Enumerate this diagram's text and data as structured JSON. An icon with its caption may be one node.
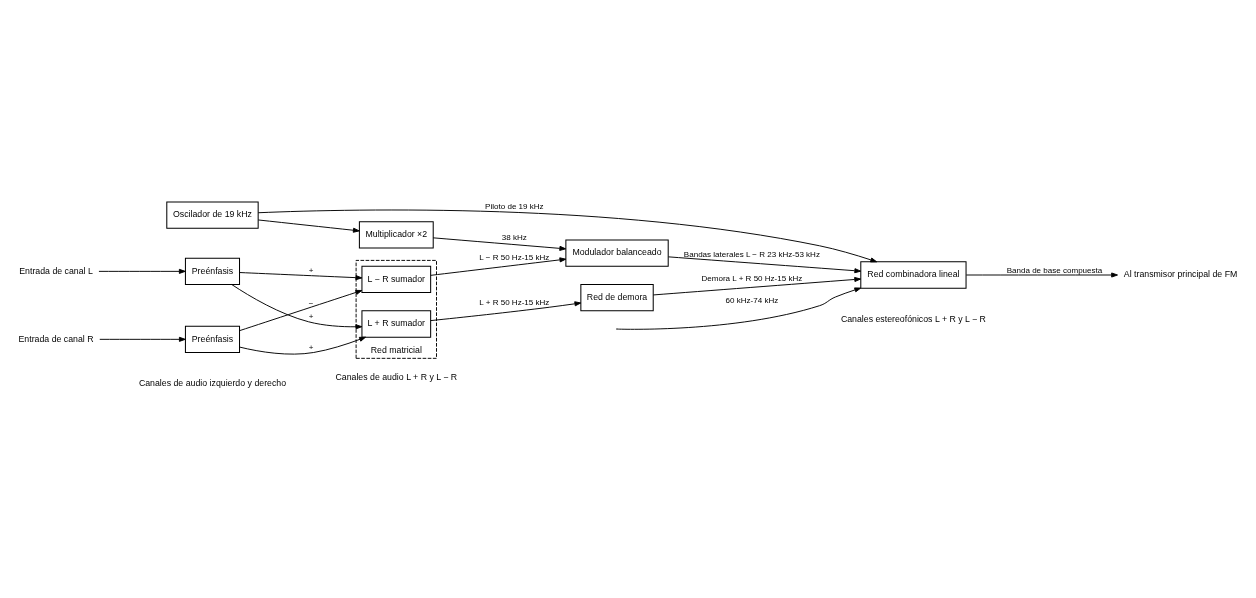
{
  "diagram": {
    "nodes": [
      {
        "text": [
          "Entrada de canal L"
        ]
      },
      {
        "text": [
          "Preénfasis"
        ]
      },
      {
        "text": [
          "Red matricial"
        ]
      },
      {
        "text": [
          "L + R sumador"
        ],
        "in": 2
      },
      {
        "text": [
          "L − R sumador"
        ],
        "in": 2
      },
      {
        "text": [
          "Red de demora"
        ]
      },
      {
        "text": [
          "Modulador balanceado"
        ]
      },
      {
        "text": [
          "Red combinadora lineal"
        ]
      },
      {
        "text": [
          "Al transmisor principal de FM"
        ]
      },
      {
        "text": [
          "Entrada de canal R"
        ]
      },
      {
        "text": [
          "Preénfasis"
        ]
      },
      {
        "text": [
          "Multiplicador ×2"
        ]
      },
      {
        "text": [
          "Oscilador de 19 kHz"
        ]
      }
    ],
    "edges": [
      {
        "from": 0,
        "to": 1,
        "arrow": "to"
      },
      {
        "from": 1,
        "to": 3,
        "arrow": "to",
        "label": "+"
      },
      {
        "from": 1,
        "to": 4,
        "arrow": "to",
        "label": "+"
      },
      {
        "from": 9,
        "to": 10,
        "arrow": "to"
      },
      {
        "from": 10,
        "to": 3,
        "arrow": "to",
        "label": "+"
      },
      {
        "from": 10,
        "to": 4,
        "arrow": "to",
        "label": "−"
      },
      {
        "from": 3,
        "to": 5,
        "arrow": "to",
        "label": "L + R 50 Hz-15 kHz"
      },
      {
        "from": 4,
        "to": 6,
        "arrow": "to",
        "label": "L − R 50 Hz-15 kHz"
      },
      {
        "from": 5,
        "to": 7,
        "arrow": "to",
        "label": "Demora L + R 50 Hz-15 kHz"
      },
      {
        "from": 6,
        "to": 7,
        "arrow": "to",
        "label": "Bandas laterales L − R 23 kHz-53 kHz"
      },
      {
        "from": 11,
        "to": 6,
        "arrow": "to",
        "label": "38 kHz"
      },
      {
        "from": 12,
        "to": 11,
        "arrow": "to"
      },
      {
        "from": 12,
        "to": 7,
        "arrow": "to",
        "label": "Piloto de 19 kHz"
      },
      {
        "from": null,
        "to": 7,
        "arrow": "to",
        "label": "60 kHz-74 kHz"
      },
      {
        "from": 7,
        "to": 8,
        "arrow": "to",
        "label": "Banda de base compuesta"
      }
    ],
    "labels": [
      "Canales de audio izquierdo y derecho",
      "Canales de audio L + R y L − R",
      "Canales estereofónicos L + R y L − R"
    ]
  }
}
